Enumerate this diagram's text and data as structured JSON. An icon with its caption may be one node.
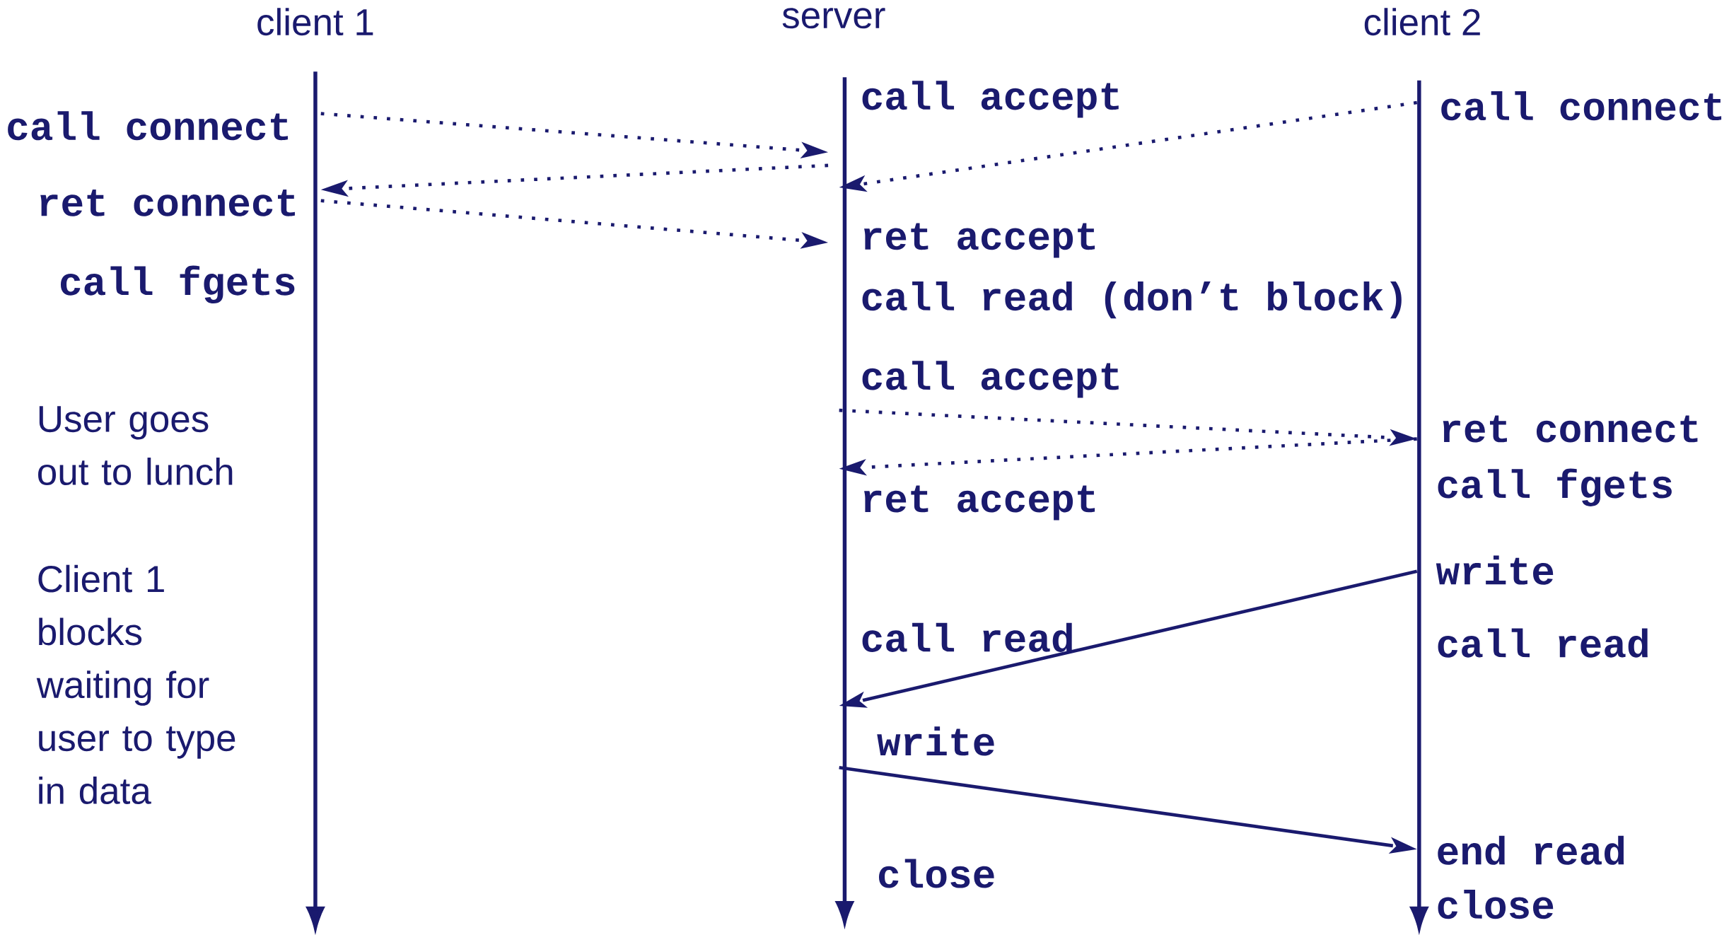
{
  "diagram": {
    "nodes": [
      {
        "text": [
          "client 1"
        ]
      },
      {
        "text": [
          "server"
        ]
      },
      {
        "text": [
          "client 2"
        ]
      }
    ],
    "edges": [
      {
        "from": 0,
        "to": 1,
        "arrow": "to",
        "style": "dashed"
      },
      {
        "from": 1,
        "to": 0,
        "arrow": "to",
        "style": "dashed"
      },
      {
        "from": 2,
        "to": 1,
        "arrow": "to",
        "style": "dashed"
      },
      {
        "from": 0,
        "to": 1,
        "arrow": "to",
        "style": "dashed"
      },
      {
        "from": 1,
        "to": 2,
        "arrow": "to",
        "style": "dashed"
      },
      {
        "from": 2,
        "to": 1,
        "arrow": "to",
        "style": "dashed"
      },
      {
        "from": 2,
        "to": 1,
        "arrow": "to"
      },
      {
        "from": 1,
        "to": 2,
        "arrow": "to"
      }
    ],
    "labels": [
      "call accept",
      "call connect",
      "call connect",
      "ret connect",
      "ret accept",
      "call fgets",
      "call read (don’t block)",
      "call accept",
      "ret connect",
      "User goes out to lunch",
      "call fgets",
      "ret accept",
      "write",
      "Client 1 blocks waiting for user to type in data",
      "call read",
      "call read",
      "write",
      "end read",
      "close",
      "close"
    ]
  }
}
